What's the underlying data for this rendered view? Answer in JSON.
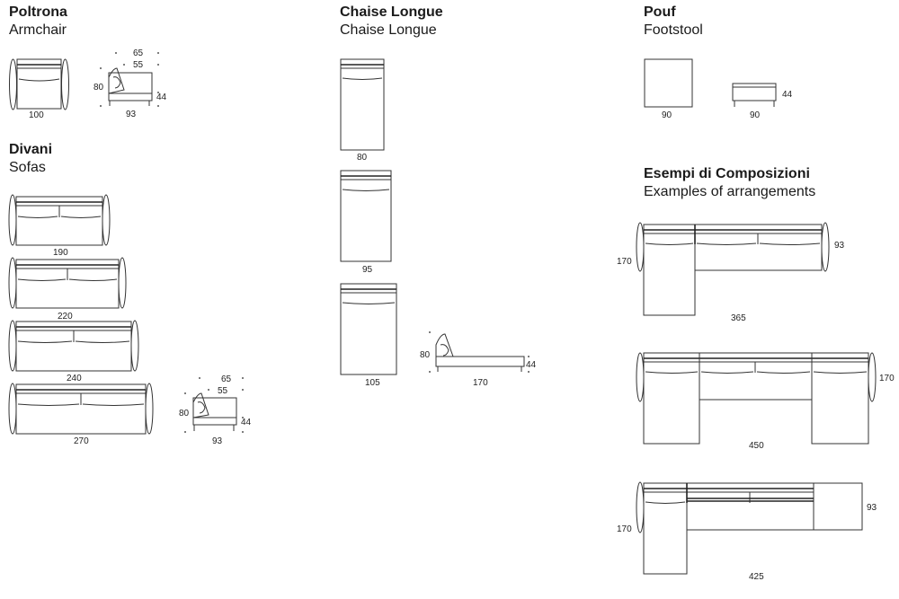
{
  "sections": {
    "armchair": {
      "title": "Poltrona",
      "subtitle": "Armchair"
    },
    "sofas": {
      "title": "Divani",
      "subtitle": "Sofas"
    },
    "chaise": {
      "title": "Chaise Longue",
      "subtitle": "Chaise Longue"
    },
    "pouf": {
      "title": "Pouf",
      "subtitle": "Footstool"
    },
    "examples": {
      "title": "Esempi di Composizioni",
      "subtitle": "Examples of arrangements"
    }
  },
  "armchair": {
    "plan_width": "100",
    "side_total_depth": "65",
    "side_seat_depth": "55",
    "side_height": "80",
    "side_seat_height": "44",
    "side_width": "93"
  },
  "sofas": {
    "widths": [
      "190",
      "220",
      "240",
      "270"
    ],
    "side_total_depth": "65",
    "side_seat_depth": "55",
    "side_height": "80",
    "side_seat_height": "44",
    "side_width": "93"
  },
  "chaise": {
    "widths": [
      "80",
      "95",
      "105"
    ],
    "side_height": "80",
    "side_seat_height": "44",
    "side_length": "170"
  },
  "pouf": {
    "plan_width": "90",
    "side_width": "90",
    "side_height": "44"
  },
  "examples": [
    {
      "width": "365",
      "depth_left": "170",
      "depth_right": "93"
    },
    {
      "width": "450",
      "depth_right": "170"
    },
    {
      "width": "425",
      "depth_left": "170",
      "depth_right": "93"
    }
  ]
}
